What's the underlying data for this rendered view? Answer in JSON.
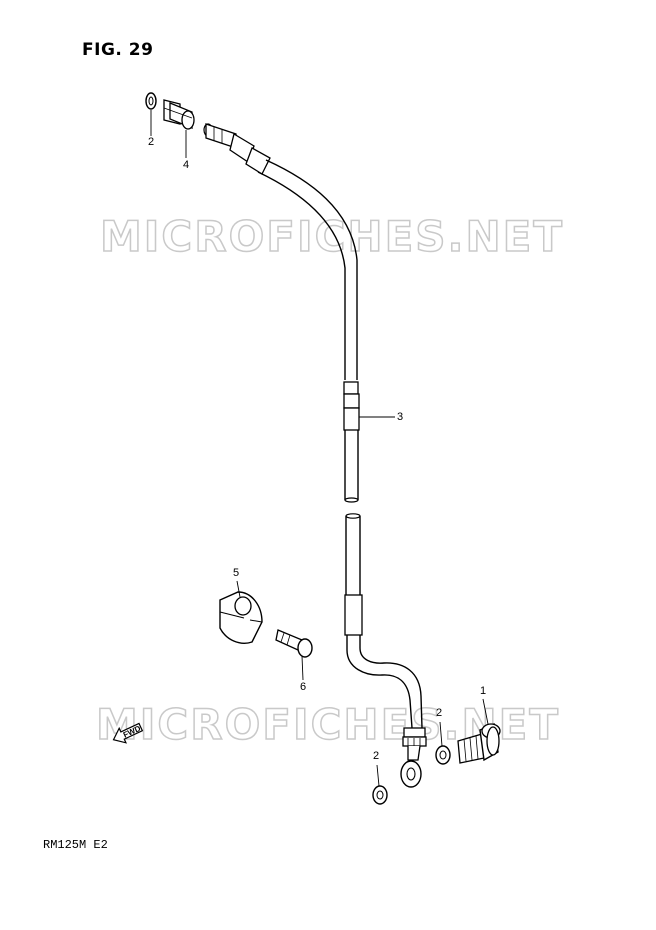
{
  "figure": {
    "title": "FIG. 29",
    "model_code": "RM125M E2"
  },
  "watermarks": [
    "MICROFICHES.NET",
    "MICROFICHES.NET"
  ],
  "direction_marker": {
    "label": "FWD",
    "icon": "front-arrow-icon"
  },
  "parts": [
    {
      "ref": "1",
      "name": "banjo-bolt"
    },
    {
      "ref": "2",
      "name": "gasket"
    },
    {
      "ref": "3",
      "name": "brake-hose"
    },
    {
      "ref": "4",
      "name": "hose-union"
    },
    {
      "ref": "5",
      "name": "hose-clamp"
    },
    {
      "ref": "6",
      "name": "clamp-bolt"
    }
  ],
  "callouts": {
    "c1": "1",
    "c2a": "2",
    "c2b": "2",
    "c2c": "2",
    "c3": "3",
    "c4": "4",
    "c5": "5",
    "c6": "6"
  }
}
